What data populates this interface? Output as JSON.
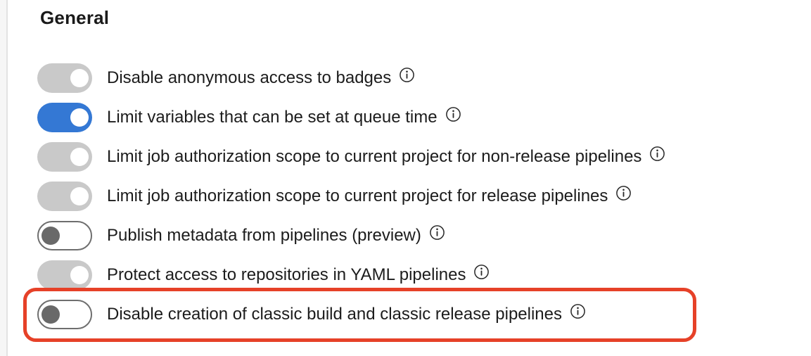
{
  "section": {
    "heading": "General"
  },
  "rows": [
    {
      "label": "Disable anonymous access to badges",
      "state": "disabled-on"
    },
    {
      "label": "Limit variables that can be set at queue time",
      "state": "on"
    },
    {
      "label": "Limit job authorization scope to current project for non-release pipelines",
      "state": "disabled-on"
    },
    {
      "label": "Limit job authorization scope to current project for release pipelines",
      "state": "disabled-on"
    },
    {
      "label": "Publish metadata from pipelines (preview)",
      "state": "off"
    },
    {
      "label": "Protect access to repositories in YAML pipelines",
      "state": "disabled-on"
    },
    {
      "label": "Disable creation of classic build and classic release pipelines",
      "state": "off"
    }
  ],
  "icons": {
    "info": "info-icon"
  },
  "colors": {
    "toggle_on": "#3478d4",
    "toggle_disabled_on": "#c9c9c9",
    "toggle_off_knob": "#696969",
    "toggle_off_border": "#6e6e6e",
    "annotation_highlight": "#e64128",
    "text": "#1c1c1c"
  }
}
